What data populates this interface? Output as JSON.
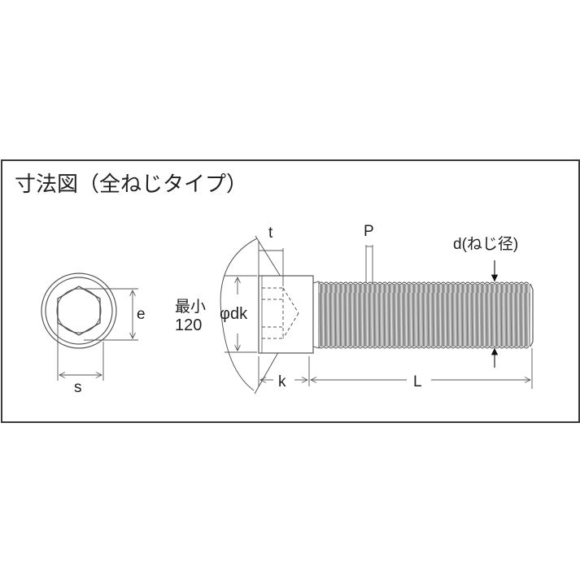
{
  "diagram": {
    "title": "寸法図（全ねじタイプ）",
    "type": "dimension drawing - hex socket head cap screw, fully threaded",
    "end_view": {
      "labels": {
        "across_corners": "e",
        "across_flats": "s"
      }
    },
    "side_view": {
      "labels": {
        "head_socket_depth": "t",
        "pitch": "P",
        "thread_diameter": "d(ねじ径)",
        "head_diameter": "φdk",
        "head_height": "k",
        "length": "L",
        "angle_line1": "最小",
        "angle_line2": "120"
      }
    },
    "colors": {
      "line": "#555555",
      "text": "#222222",
      "frame": "#3a3a3a",
      "thread_fill": "#9a9a9a"
    }
  }
}
